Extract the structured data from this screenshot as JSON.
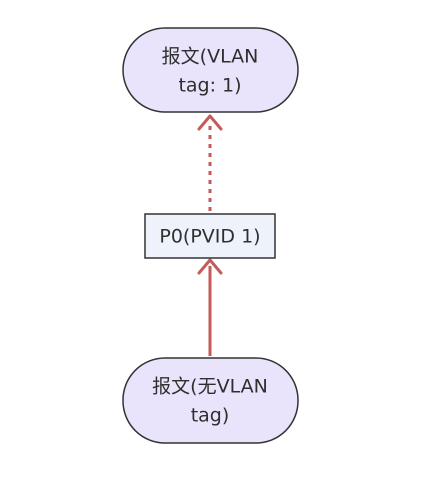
{
  "nodes": {
    "top": {
      "lines": [
        "报文(VLAN",
        "tag: 1)"
      ]
    },
    "port": {
      "label": "P0(PVID 1)"
    },
    "bottom": {
      "lines": [
        "报文(无VLAN",
        "tag)"
      ]
    }
  },
  "edges": {
    "bottom_to_port": {
      "style": "solid"
    },
    "port_to_top": {
      "style": "dotted"
    }
  },
  "colors": {
    "ellipse_fill": "#e9e4fb",
    "ellipse_stroke": "#333333",
    "rect_fill": "#eef3fb",
    "rect_stroke": "#333333",
    "arrow": "#c65a5a",
    "text": "#2f2f2f"
  }
}
